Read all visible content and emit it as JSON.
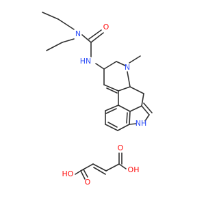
{
  "structure": {
    "atoms": {
      "amide_n": {
        "symbol": "N",
        "color": "#3050f8"
      },
      "amide_o": {
        "symbol": "O",
        "color": "#ff0d0d"
      },
      "urea_nh": {
        "symbol": "N",
        "color": "#3050f8",
        "h_count": 1
      },
      "ring_n": {
        "symbol": "N",
        "color": "#3050f8"
      },
      "indole_nh": {
        "symbol": "N",
        "color": "#3050f8",
        "h_count": 1
      },
      "acid_oh_left": {
        "symbol": "O",
        "color": "#ff0d0d",
        "h_count": 1
      },
      "acid_o_left": {
        "symbol": "O",
        "color": "#ff0d0d"
      },
      "acid_oh_right": {
        "symbol": "O",
        "color": "#ff0d0d",
        "h_count": 1
      },
      "acid_o_right": {
        "symbol": "O",
        "color": "#ff0d0d"
      }
    },
    "labels": {
      "amide_n": "N",
      "amide_o": "O",
      "urea_nh": "HN",
      "ring_n": "N",
      "indole_nh": "NH",
      "acid_oh_left": "HO",
      "acid_o_left": "O",
      "acid_oh_right": "OH",
      "acid_o_right": "O"
    }
  },
  "colors": {
    "bond": "#303030",
    "nitrogen": "#3050f8",
    "oxygen": "#ff0d0d",
    "background": "#ffffff"
  }
}
